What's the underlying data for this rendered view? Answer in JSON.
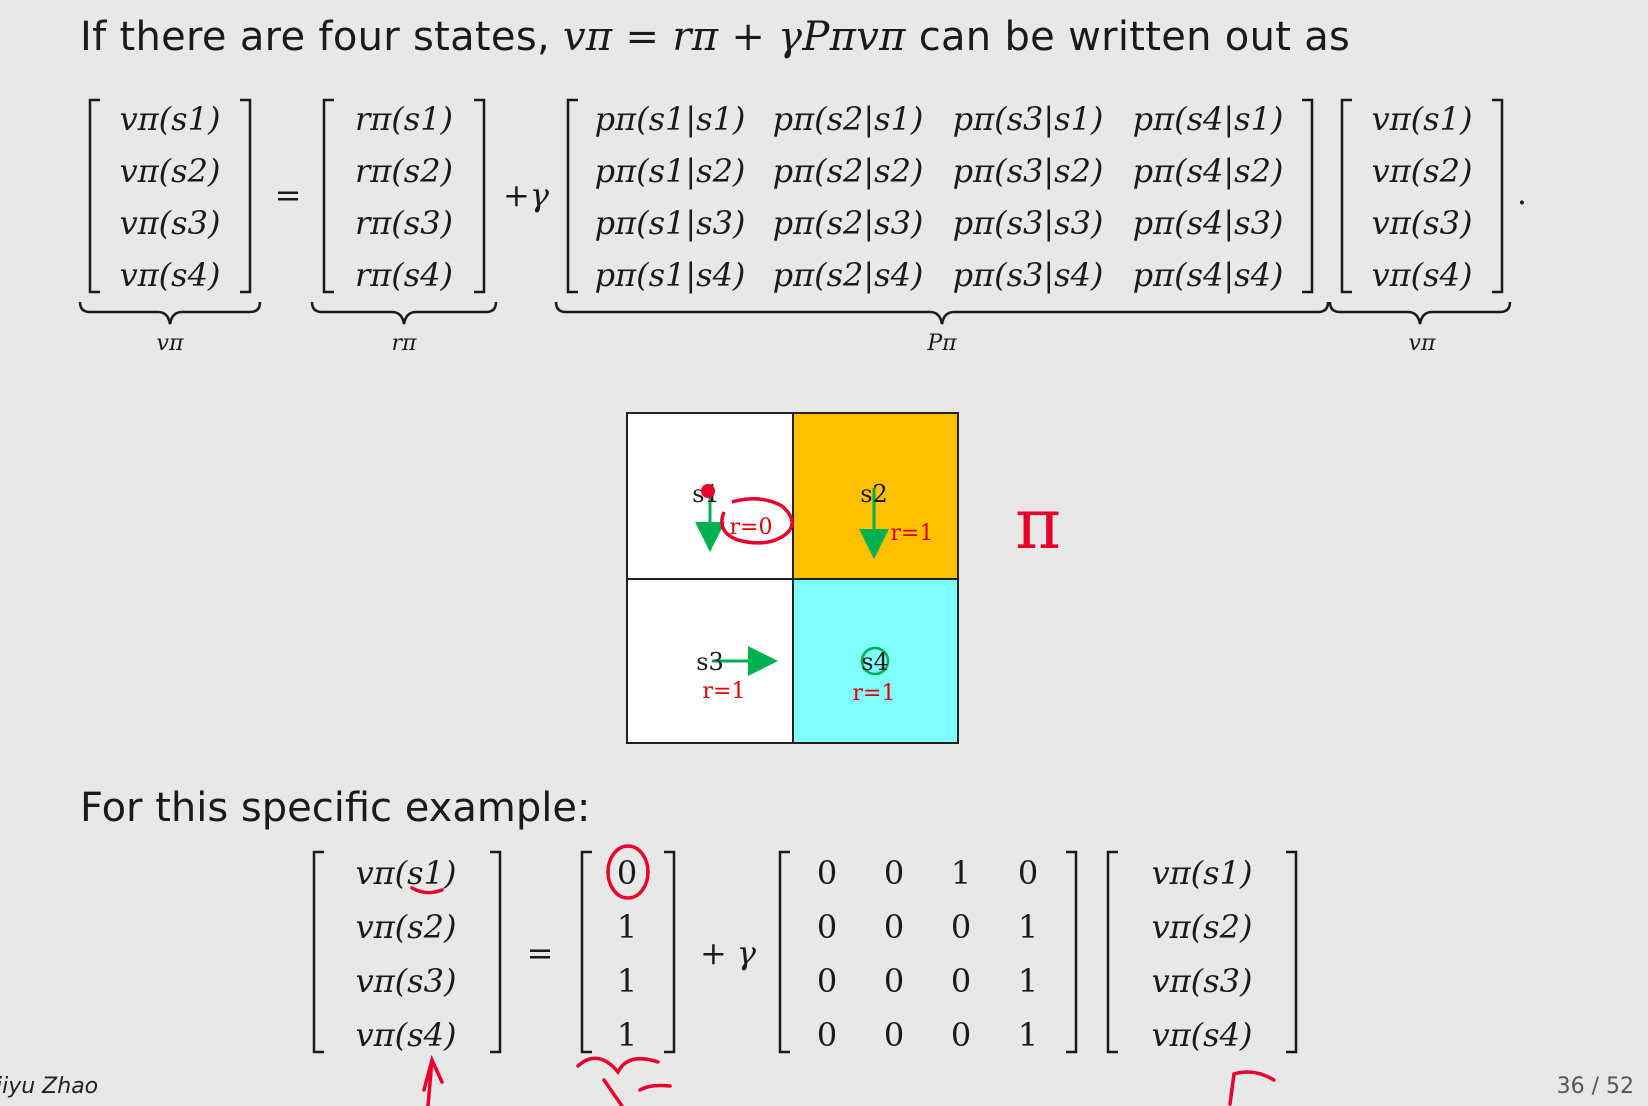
{
  "slide": {
    "heading_prefix": "If there are four states,",
    "heading_equation": "vπ = rπ + γPπvπ",
    "heading_suffix": "can be written out as",
    "general": {
      "lhs": [
        "vπ(s1)",
        "vπ(s2)",
        "vπ(s3)",
        "vπ(s4)"
      ],
      "lhs_label": "vπ",
      "r": [
        "rπ(s1)",
        "rπ(s2)",
        "rπ(s3)",
        "rπ(s4)"
      ],
      "r_label": "rπ",
      "plus_gamma": "+γ",
      "equals": "=",
      "P": [
        [
          "pπ(s1|s1)",
          "pπ(s2|s1)",
          "pπ(s3|s1)",
          "pπ(s4|s1)"
        ],
        [
          "pπ(s1|s2)",
          "pπ(s2|s2)",
          "pπ(s3|s2)",
          "pπ(s4|s2)"
        ],
        [
          "pπ(s1|s3)",
          "pπ(s2|s3)",
          "pπ(s3|s3)",
          "pπ(s4|s3)"
        ],
        [
          "pπ(s1|s4)",
          "pπ(s2|s4)",
          "pπ(s3|s4)",
          "pπ(s4|s4)"
        ]
      ],
      "P_label": "Pπ",
      "rhs": [
        "vπ(s1)",
        "vπ(s2)",
        "vπ(s3)",
        "vπ(s4)"
      ],
      "rhs_label": "vπ",
      "period": "."
    },
    "grid": {
      "cells": [
        {
          "state": "s1",
          "reward": "r=0",
          "color": "#ffffff"
        },
        {
          "state": "s2",
          "reward": "r=1",
          "color": "#ffc000"
        },
        {
          "state": "s3",
          "reward": "r=1",
          "color": "#ffffff"
        },
        {
          "state": "s4",
          "reward": "r=1",
          "color": "#7fffff"
        }
      ],
      "handwritten_label": "π"
    },
    "example_heading": "For this specific example:",
    "example": {
      "lhs": [
        "vπ(s1)",
        "vπ(s2)",
        "vπ(s3)",
        "vπ(s4)"
      ],
      "equals": "=",
      "r": [
        "0",
        "1",
        "1",
        "1"
      ],
      "plus_gamma": "+ γ",
      "P": [
        [
          "0",
          "0",
          "1",
          "0"
        ],
        [
          "0",
          "0",
          "0",
          "1"
        ],
        [
          "0",
          "0",
          "0",
          "1"
        ],
        [
          "0",
          "0",
          "0",
          "1"
        ]
      ],
      "rhs": [
        "vπ(s1)",
        "vπ(s2)",
        "vπ(s3)",
        "vπ(s4)"
      ]
    },
    "footer_author": "iiyu Zhao",
    "page_number": "36 / 52",
    "colors": {
      "arrow": "#00b050",
      "reward_text": "#e00000",
      "annotation": "#e8002a"
    }
  }
}
